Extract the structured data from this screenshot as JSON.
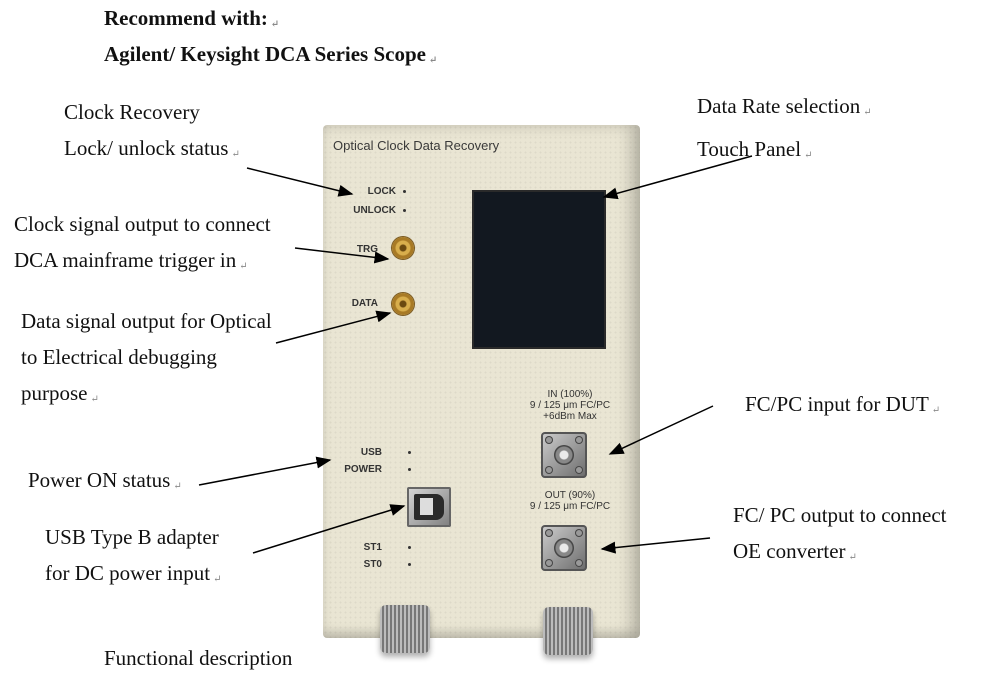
{
  "header": {
    "line1": "Recommend with:",
    "line2": "Agilent/ Keysight DCA Series Scope"
  },
  "device": {
    "title": "Optical Clock Data Recovery",
    "labels": {
      "lock": "LOCK",
      "unlock": "UNLOCK",
      "trg": "TRG",
      "data": "DATA",
      "usb": "USB",
      "power": "POWER",
      "st1": "ST1",
      "st0": "ST0"
    },
    "fc_in": {
      "line1": "IN (100%)",
      "line2": "9 / 125 μm  FC/PC",
      "line3": "+6dBm Max"
    },
    "fc_out": {
      "line1": "OUT (90%)",
      "line2": "9 / 125 μm  FC/PC"
    }
  },
  "annotations": {
    "clock_recovery": [
      "Clock Recovery",
      "Lock/ unlock status"
    ],
    "clock_signal": [
      "Clock signal output to connect",
      "DCA mainframe trigger in"
    ],
    "data_signal": [
      "Data signal output for Optical",
      "to Electrical debugging",
      "purpose"
    ],
    "power_on": "Power ON status",
    "usb_type_b": [
      "USB Type B adapter",
      "for DC power input"
    ],
    "data_rate": [
      "Data Rate selection",
      "Touch Panel"
    ],
    "fc_input": "FC/PC input for DUT",
    "fc_output": [
      "FC/ PC output to connect",
      "OE converter"
    ]
  },
  "caption": "Functional description",
  "paragraph_mark": "↵"
}
